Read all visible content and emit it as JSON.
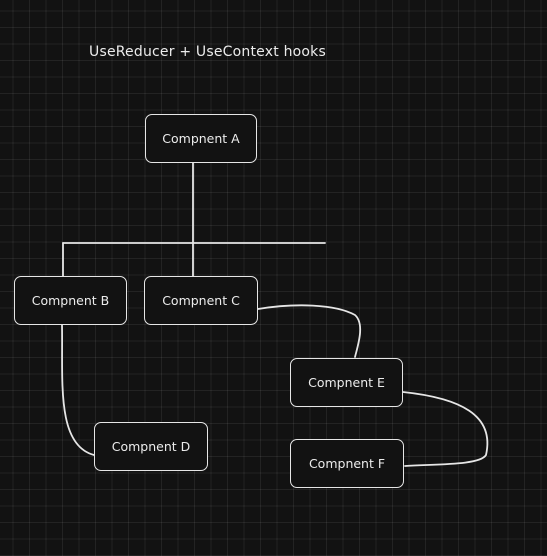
{
  "diagram": {
    "title": "UseReducer + UseContext hooks",
    "nodes": {
      "a": "Compnent A",
      "b": "Compnent B",
      "c": "Compnent C",
      "d": "Compnent D",
      "e": "Compnent E",
      "f": "Compnent F"
    },
    "edges": [
      {
        "from": "Compnent A",
        "to": "Compnent B"
      },
      {
        "from": "Compnent A",
        "to": "Compnent C"
      },
      {
        "from": "Compnent B",
        "to": "Compnent D"
      },
      {
        "from": "Compnent C",
        "to": "Compnent E"
      },
      {
        "from": "Compnent E",
        "to": "Compnent F"
      }
    ],
    "colors": {
      "background": "#121212",
      "grid": "#2a2a2a",
      "stroke": "#e6e6e6",
      "text": "#ececec"
    }
  }
}
